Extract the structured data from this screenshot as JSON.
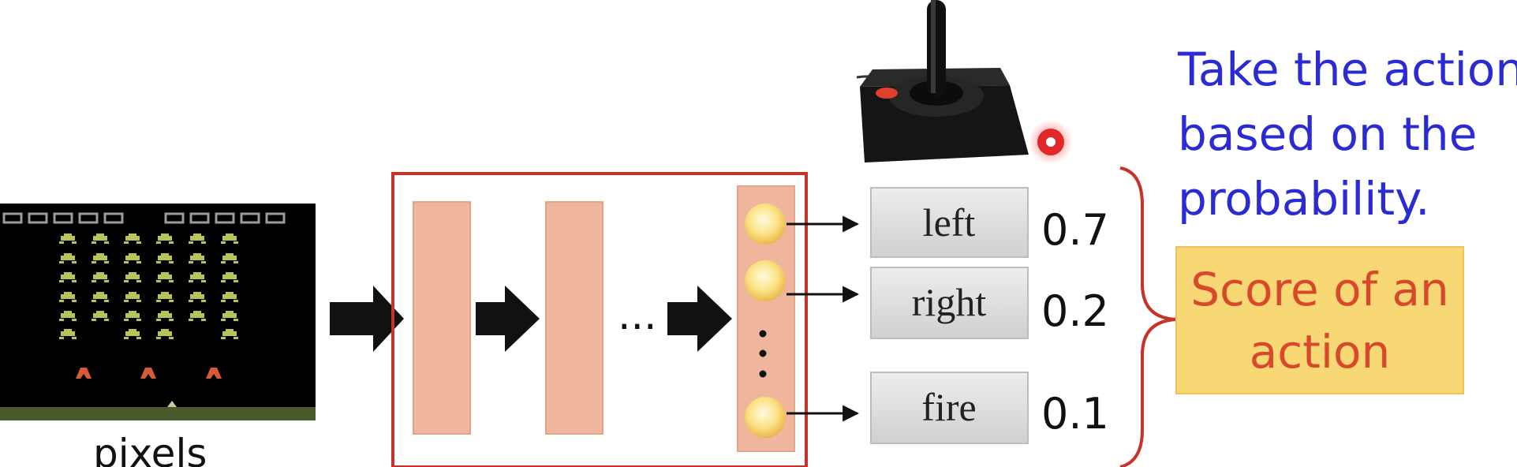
{
  "pixels_label": "pixels",
  "ellipsis": "...",
  "actions": [
    {
      "label": "left",
      "prob": "0.7"
    },
    {
      "label": "right",
      "prob": "0.2"
    },
    {
      "label": "fire",
      "prob": "0.1"
    }
  ],
  "note_lines": [
    "Take the action",
    "based on the",
    "probability."
  ],
  "score_lines": [
    "Score of an",
    "action"
  ],
  "colors": {
    "frame": "#c8322a",
    "layer": "#efb69d",
    "output_node": "#fbe183",
    "note": "#2b2bd6",
    "score_text": "#d8482a",
    "score_box": "#f8d775"
  },
  "icons": [
    "space-invaders-screen",
    "joystick-icon",
    "red-dot-icon",
    "arrow-icon",
    "curly-brace-icon"
  ]
}
